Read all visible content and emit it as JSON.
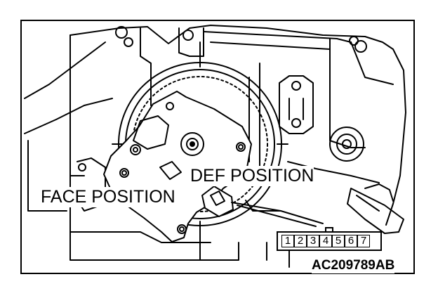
{
  "labels": {
    "face_position": "FACE POSITION",
    "def_position": "DEF POSITION",
    "figure_id": "AC209789AB"
  },
  "connector": {
    "pins": [
      "1",
      "2",
      "3",
      "4",
      "5",
      "6",
      "7"
    ]
  }
}
